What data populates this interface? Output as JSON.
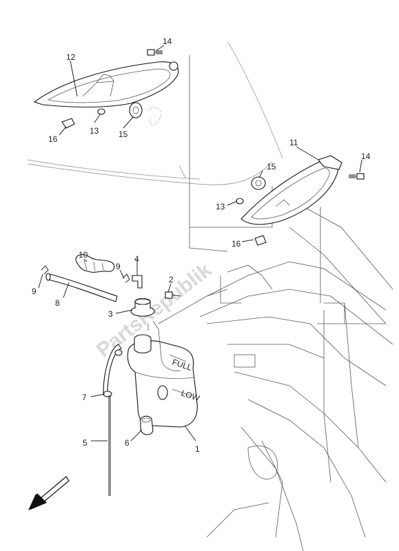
{
  "watermark": "PartsRepublik",
  "callouts": [
    {
      "id": "c1",
      "text": "1"
    },
    {
      "id": "c2",
      "text": "2"
    },
    {
      "id": "c3",
      "text": "3"
    },
    {
      "id": "c4",
      "text": "4"
    },
    {
      "id": "c5",
      "text": "5"
    },
    {
      "id": "c6",
      "text": "6"
    },
    {
      "id": "c7",
      "text": "7"
    },
    {
      "id": "c8",
      "text": "8"
    },
    {
      "id": "c9a",
      "text": "9"
    },
    {
      "id": "c9b",
      "text": "9"
    },
    {
      "id": "c10",
      "text": "10"
    },
    {
      "id": "c11",
      "text": "11"
    },
    {
      "id": "c12",
      "text": "12"
    },
    {
      "id": "c13a",
      "text": "13"
    },
    {
      "id": "c13b",
      "text": "13"
    },
    {
      "id": "c14a",
      "text": "14"
    },
    {
      "id": "c14b",
      "text": "14"
    },
    {
      "id": "c15a",
      "text": "15"
    },
    {
      "id": "c15b",
      "text": "15"
    },
    {
      "id": "c16a",
      "text": "16"
    },
    {
      "id": "c16b",
      "text": "16"
    }
  ],
  "tank_marks": {
    "full": "FULL",
    "low": "LOW"
  },
  "arrow_icon": "direction-arrow-icon"
}
